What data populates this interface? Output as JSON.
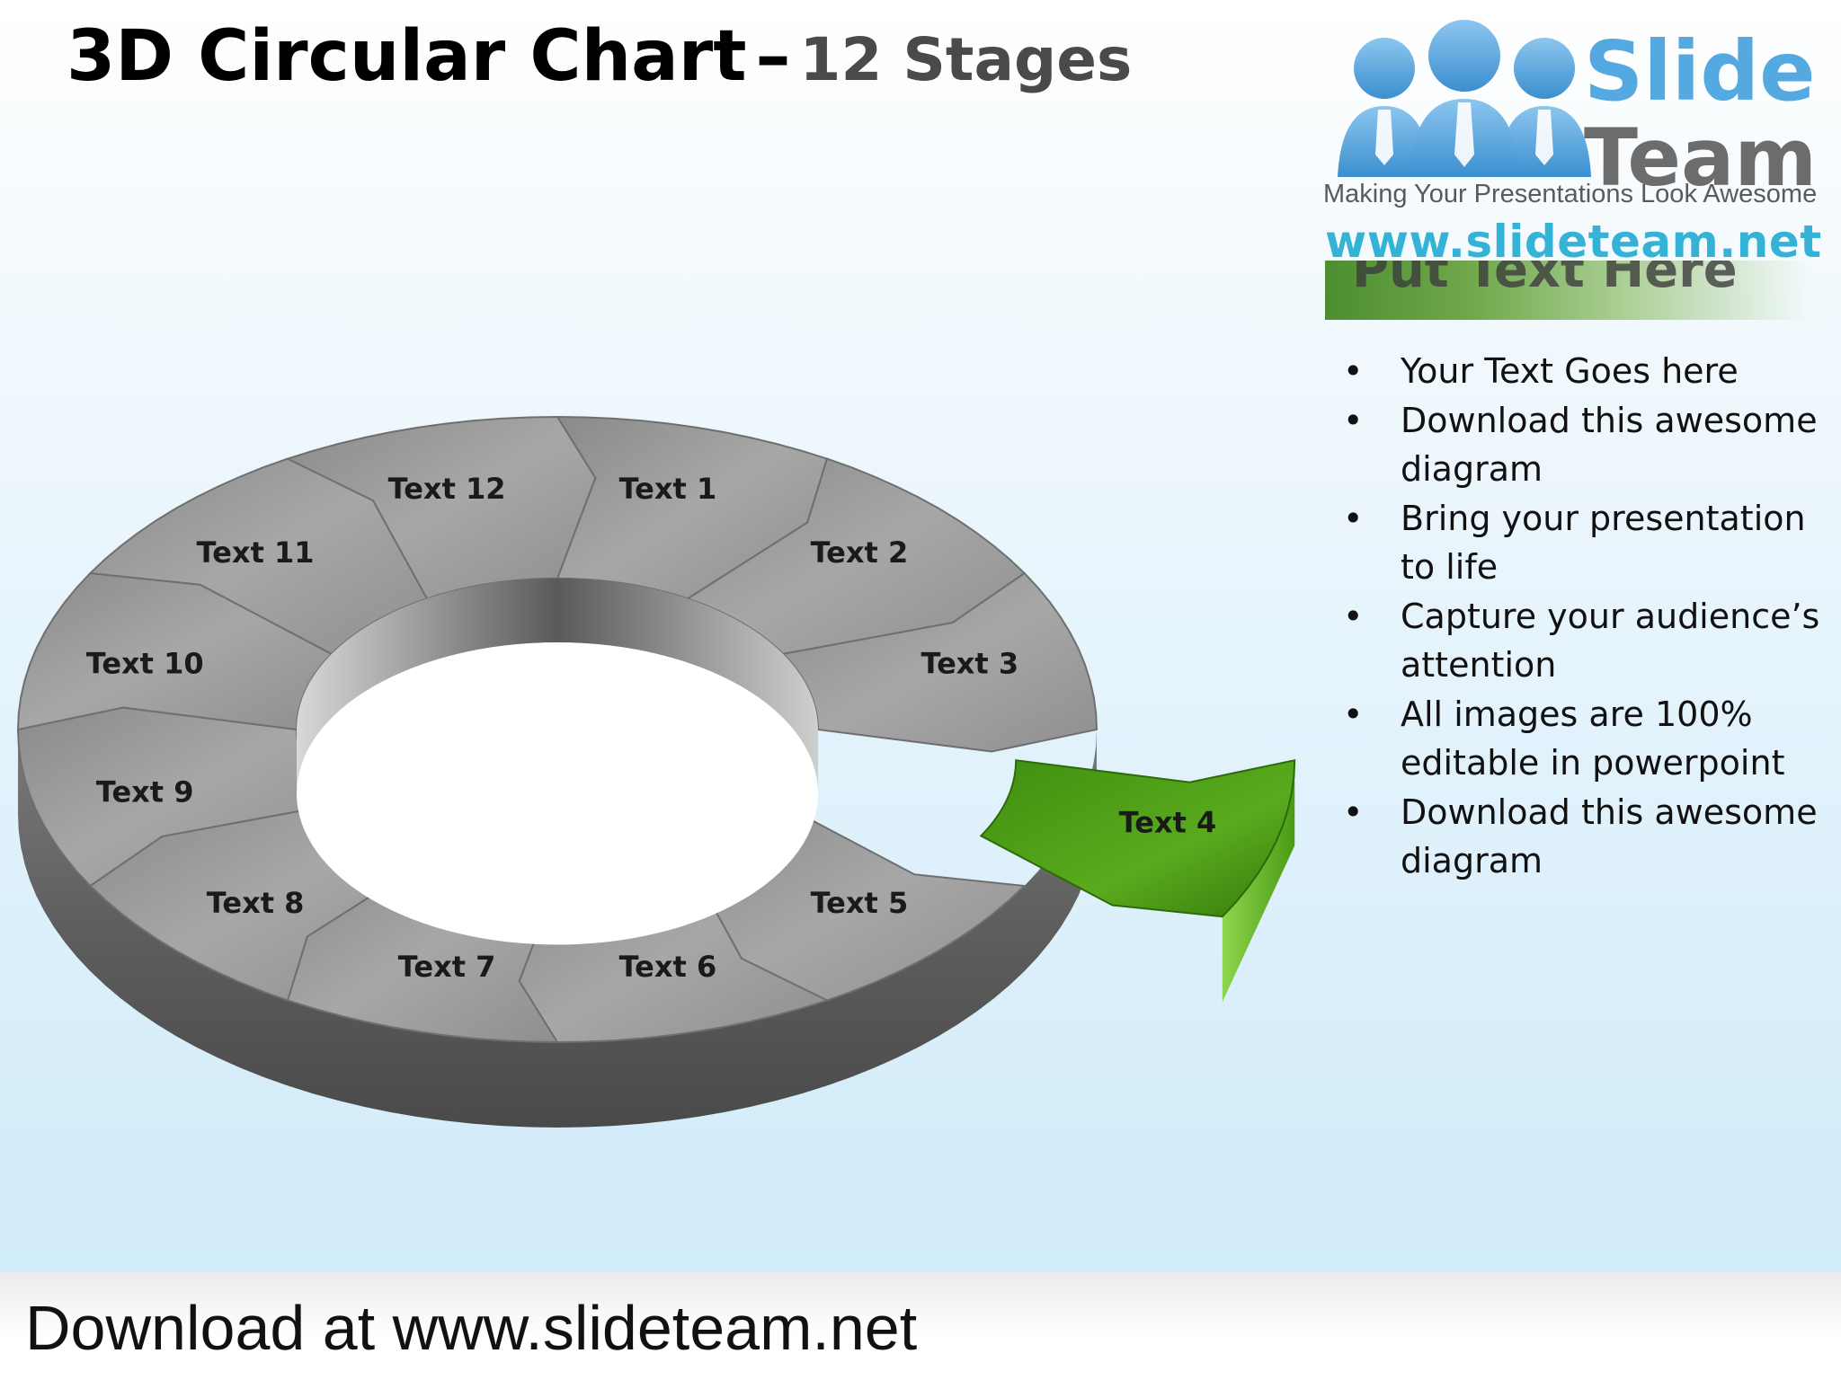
{
  "title": {
    "main": "3D Circular Chart",
    "dash": "–",
    "sub": "12 Stages"
  },
  "logo": {
    "word1": "Slide",
    "word2": "Team",
    "tagline": "Making Your Presentations Look Awesome",
    "url": "www.slideteam.net"
  },
  "side_panel": {
    "header": "Put Text Here",
    "bullets": [
      "Your Text Goes here",
      "Download this awesome diagram",
      "Bring your presentation to life",
      "Capture your audience’s attention",
      "All images are 100% editable in powerpoint",
      "Download this awesome diagram"
    ]
  },
  "diagram": {
    "stages": [
      "Text 1",
      "Text 2",
      "Text 3",
      "Text 4",
      "Text 5",
      "Text 6",
      "Text 7",
      "Text 8",
      "Text 9",
      "Text 10",
      "Text 11",
      "Text 12"
    ],
    "highlighted_stage": "Text 4",
    "highlight_color": "#5aaa1e",
    "segment_color": "#9a9a9a"
  },
  "footer": {
    "text": "Download at www.slideteam.net"
  }
}
